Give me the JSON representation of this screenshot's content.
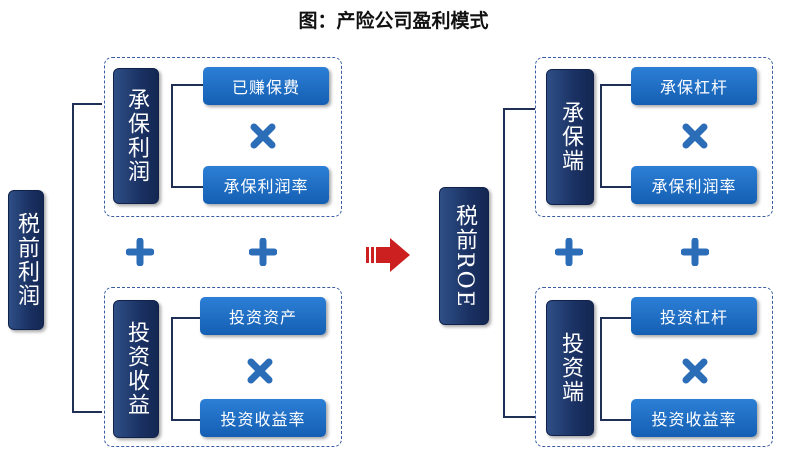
{
  "title": "图：产险公司盈利模式",
  "left": {
    "main": "税前利润",
    "top_group": {
      "label": "承保利润",
      "item1": "已赚保费",
      "item2": "承保利润率"
    },
    "bottom_group": {
      "label": "投资收益",
      "item1": "投资资产",
      "item2": "投资收益率"
    }
  },
  "right": {
    "main": "税前ROE",
    "top_group": {
      "label": "承保端",
      "item1": "承保杠杆",
      "item2": "承保利润率"
    },
    "bottom_group": {
      "label": "投资端",
      "item1": "投资杠杆",
      "item2": "投资收益率"
    }
  },
  "colors": {
    "dark_box": "#1a3163",
    "pill": "#1b6fc8",
    "arrow": "#cc1f1f",
    "symbol": "#2c6db8"
  }
}
